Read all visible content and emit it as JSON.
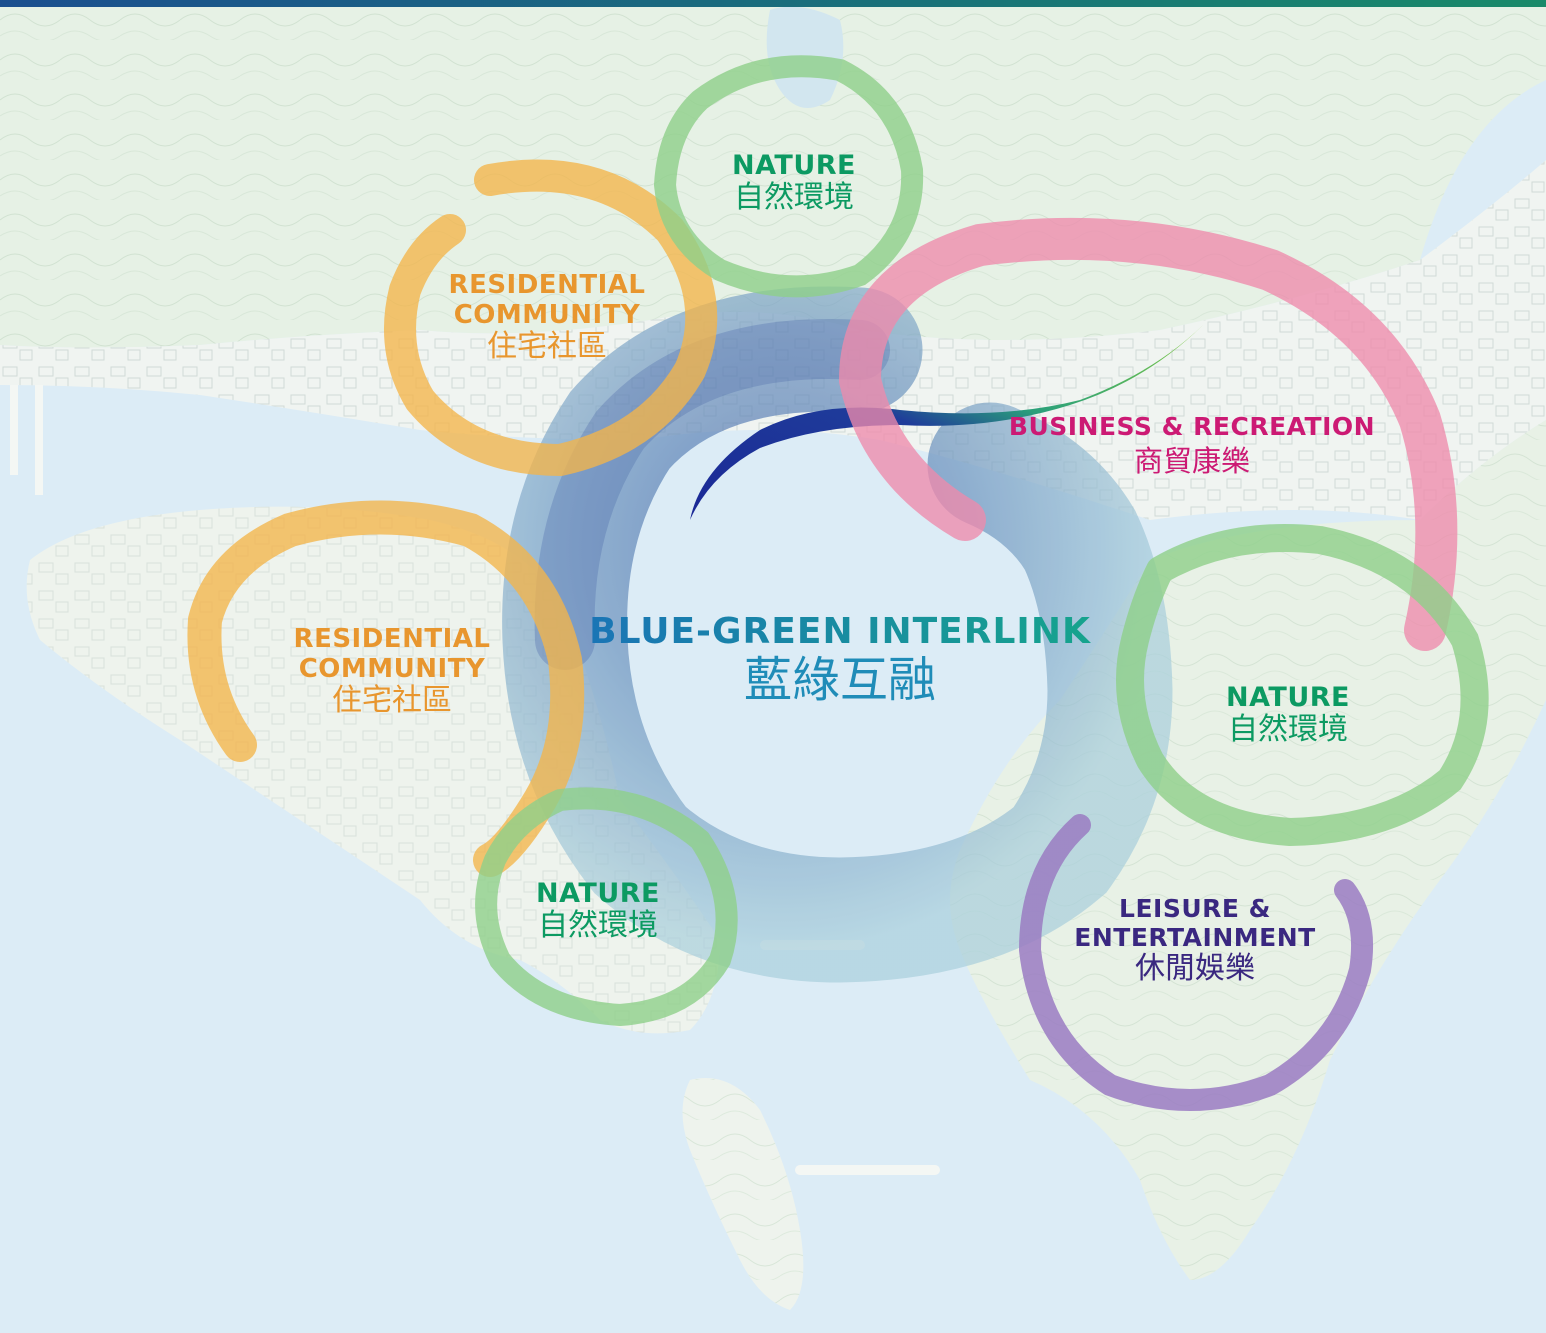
{
  "colors": {
    "header_bar_start": "#1b4f8f",
    "header_bar_end": "#1a8a6a",
    "sea": "#dcecf6",
    "land": "#eef4ee",
    "hills": "#e3efe2",
    "residential": "#f4b54a",
    "residential_text": "#e8962e",
    "nature": "#8fd08a",
    "nature_text": "#0c9a62",
    "business": "#ee8aac",
    "business_text": "#cc1a74",
    "leisure": "#9a7bc2",
    "leisure_text": "#3a2880",
    "blue_ring": "#5c86b8",
    "blue_ring_light": "#9fc6d8",
    "center_en_start": "#1a72b8",
    "center_en_end": "#16a68a",
    "center_zh": "#1f8cb8",
    "swoosh_dark": "#1a2896",
    "swoosh_green": "#7cc43a"
  },
  "zones": {
    "nature_top": {
      "en": "NATURE",
      "zh": "自然環境"
    },
    "residential_upper": {
      "en_line1": "RESIDENTIAL",
      "en_line2": "COMMUNITY",
      "zh": "住宅社區"
    },
    "residential_lower": {
      "en_line1": "RESIDENTIAL",
      "en_line2": "COMMUNITY",
      "zh": "住宅社區"
    },
    "nature_left": {
      "en": "NATURE",
      "zh": "自然環境"
    },
    "business": {
      "en": "BUSINESS & RECREATION",
      "zh": "商貿康樂"
    },
    "nature_right": {
      "en": "NATURE",
      "zh": "自然環境"
    },
    "leisure": {
      "en_line1": "LEISURE &",
      "en_line2": "ENTERTAINMENT",
      "zh": "休閒娛樂"
    },
    "center": {
      "en": "BLUE-GREEN INTERLINK",
      "zh": "藍綠互融"
    }
  }
}
